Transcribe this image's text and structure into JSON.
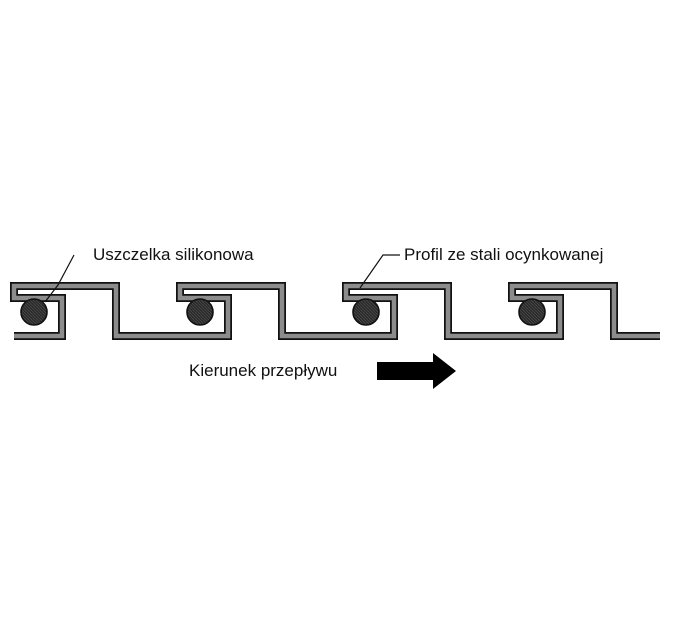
{
  "labels": {
    "seal": "Uszczelka silikonowa",
    "profile": "Profil ze stali ocynkowanej",
    "flow_direction": "Kierunek przepływu"
  },
  "colors": {
    "profile_fill": "#8c8c8c",
    "outline": "#111111",
    "seal_fill": "#2b2b2b",
    "arrow_fill": "#000000"
  },
  "modules": [
    "module-1",
    "module-2",
    "module-3",
    "module-4"
  ]
}
